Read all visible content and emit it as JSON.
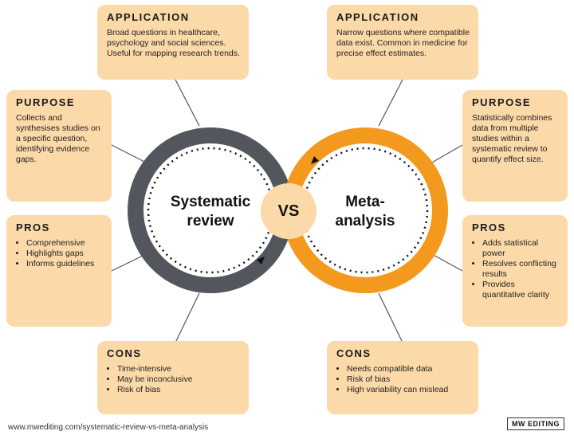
{
  "left": {
    "title": "Systematic review",
    "title_line1": "Systematic",
    "title_line2": "review",
    "application": {
      "heading": "APPLICATION",
      "text": "Broad questions in healthcare, psychology and social sciences. Useful for mapping research trends."
    },
    "purpose": {
      "heading": "PURPOSE",
      "text": "Collects and synthesises studies on a specific question, identifying evidence gaps."
    },
    "pros": {
      "heading": "PROS",
      "items": [
        "Comprehensive",
        "Highlights gaps",
        "Informs guidelines"
      ]
    },
    "cons": {
      "heading": "CONS",
      "items": [
        "Time-intensive",
        "May be inconclusive",
        "Risk of bias"
      ]
    }
  },
  "right": {
    "title_line1": "Meta-",
    "title_line2": "analysis",
    "application": {
      "heading": "APPLICATION",
      "text": "Narrow questions where compatible data exist. Common in medicine for precise effect estimates."
    },
    "purpose": {
      "heading": "PURPOSE",
      "text": "Statistically combines data from multiple studies within a systematic review to quantify effect size."
    },
    "pros": {
      "heading": "PROS",
      "items": [
        "Adds statistical power",
        "Resolves conflicting results",
        "Provides quantitative clarity"
      ]
    },
    "cons": {
      "heading": "CONS",
      "items": [
        "Needs compatible data",
        "Risk of bias",
        "High variability can mislead"
      ]
    }
  },
  "center": {
    "vs": "VS"
  },
  "footer": {
    "url": "www.mwediting.com/systematic-review-vs-meta-analysis",
    "brand": "MW EDITING"
  },
  "colors": {
    "card": "#fcd9a8",
    "left_ring": "#53565c",
    "right_ring": "#f39a1e",
    "vs_circle": "#fcd9a8"
  }
}
